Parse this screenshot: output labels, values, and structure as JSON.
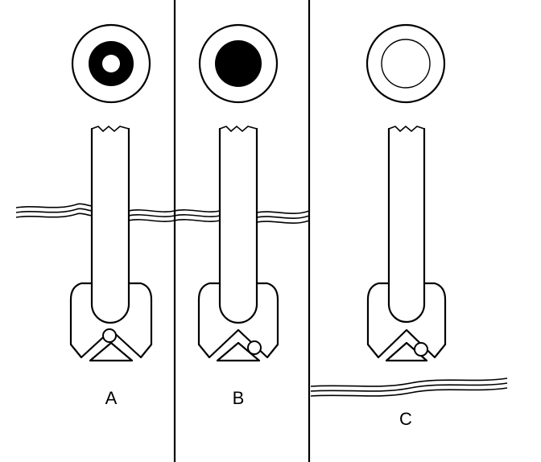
{
  "panels": [
    {
      "id": "a",
      "label": "A",
      "gauge": "ring",
      "level": "high",
      "ball": "seated"
    },
    {
      "id": "b",
      "label": "B",
      "gauge": "solid",
      "level": "high",
      "ball": "displaced"
    },
    {
      "id": "c",
      "label": "C",
      "gauge": "empty",
      "level": "low",
      "ball": "displaced"
    }
  ],
  "colors": {
    "ink": "#000000",
    "background": "#ffffff"
  }
}
